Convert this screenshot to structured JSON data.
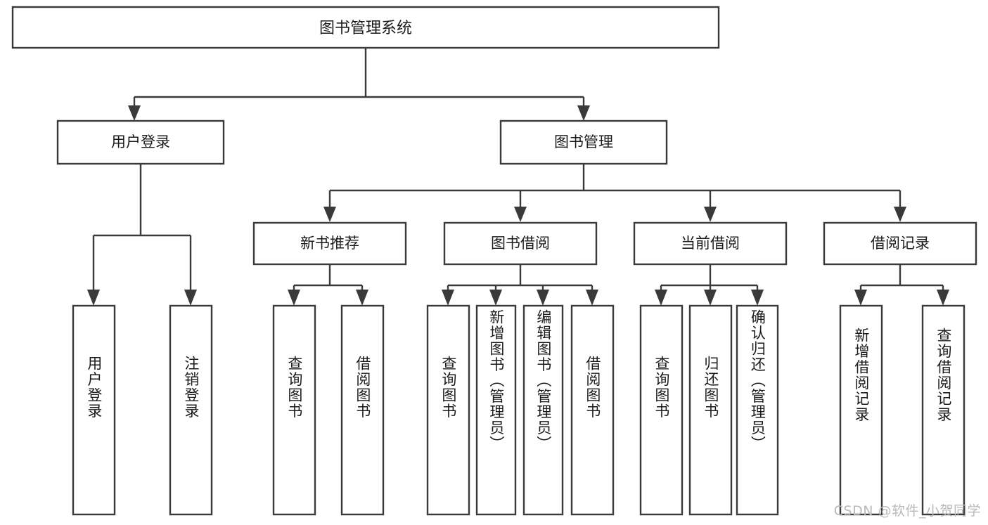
{
  "diagram": {
    "title": "图书管理系统",
    "type": "tree",
    "watermark": "CSDN @软件_小贺同学",
    "colors": {
      "stroke": "#3a3a3a",
      "fill": "#ffffff",
      "text": "#1b1b1b",
      "watermark": "#b9b9b9"
    },
    "root": {
      "label": "图书管理系统"
    },
    "level1": [
      {
        "label": "用户登录"
      },
      {
        "label": "图书管理"
      }
    ],
    "level2": [
      {
        "label": "新书推荐"
      },
      {
        "label": "图书借阅"
      },
      {
        "label": "当前借阅"
      },
      {
        "label": "借阅记录"
      }
    ],
    "leaves": [
      {
        "label": "用户登录",
        "parent": "用户登录"
      },
      {
        "label": "注销登录",
        "parent": "用户登录"
      },
      {
        "label": "查询图书",
        "parent": "新书推荐"
      },
      {
        "label": "借阅图书",
        "parent": "新书推荐"
      },
      {
        "label": "查询图书",
        "parent": "图书借阅"
      },
      {
        "label": "新增图书（管理员）",
        "parent": "图书借阅"
      },
      {
        "label": "编辑图书（管理员）",
        "parent": "图书借阅"
      },
      {
        "label": "借阅图书",
        "parent": "图书借阅"
      },
      {
        "label": "查询图书",
        "parent": "当前借阅"
      },
      {
        "label": "归还图书",
        "parent": "当前借阅"
      },
      {
        "label": "确认归还（管理员）",
        "parent": "当前借阅"
      },
      {
        "label": "新增借阅记录",
        "parent": "借阅记录"
      },
      {
        "label": "查询借阅记录",
        "parent": "借阅记录"
      }
    ]
  }
}
